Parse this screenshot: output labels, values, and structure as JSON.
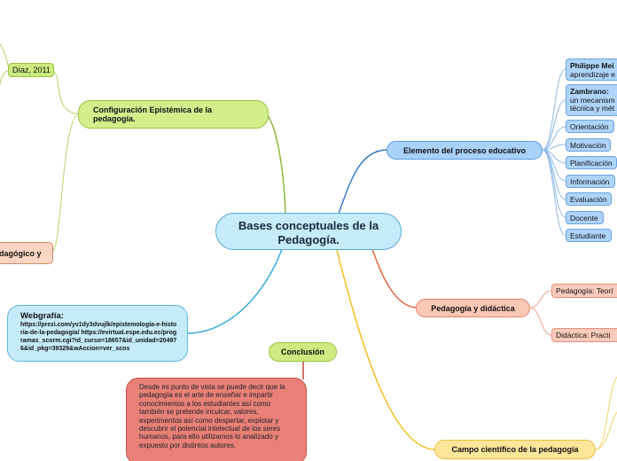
{
  "central": {
    "title": "Bases conceptuales de la Pedagogía."
  },
  "left": {
    "configuracion": "Configuración Epistémica  de la pedagogía.",
    "diaz": "Díaz, 2011",
    "pedagogico_partial": "dagógico y",
    "webgrafia_title": "Webgrafía:",
    "webgrafia_links": "https://prezi.com/yv1dy3dvujlk/epistemología-e-historia-de-la-pedagogía/ https://evirtual.espe.edu.ec/programas_scorm.cgi?id_curso=18657&id_unidad=204976&id_pkg=39329&wAccion=ver_scos",
    "conclusion": "Conclusión",
    "conclusion_text": "Desde mi punto de vista se puede decir que la pedagogía es el arte de enseñar e impartir conocimientos a los estudiantes así como también se pretende inculcar, valores, experimentos así como despertar, explotar y descubrir el potencial intelectual de los seres humanos,  para ello utilizamos lo analizado y expuesto por distintos autores."
  },
  "right": {
    "elemento": "Elemento del proceso educativo",
    "meirieu_name": "Philippe Mei",
    "meirieu_text": "aprendizaje e",
    "zambrano_name": "Zambrano: ",
    "zambrano_line1": "un mecanism",
    "zambrano_line2": "técnica y mét",
    "items": [
      "Orientación",
      "Motivación",
      "Planificación",
      "Información",
      "Evaluación",
      "Docente",
      "Estudiante"
    ],
    "pedagogia_didactica": "Pedagogía y didáctica",
    "pedagogia_teoria": "Pedagogía: Teorí",
    "didactica_practica": "Didáctica: Practi",
    "campo": "Campo científico de la pedagogía"
  },
  "colors": {
    "green_branch": "#86b52c",
    "blue_branch": "#2f75c9",
    "salmon_branch": "#e0603a",
    "yellow_branch": "#f2bb14",
    "sky_branch": "#2aa6de",
    "red_branch": "#c23b35"
  }
}
